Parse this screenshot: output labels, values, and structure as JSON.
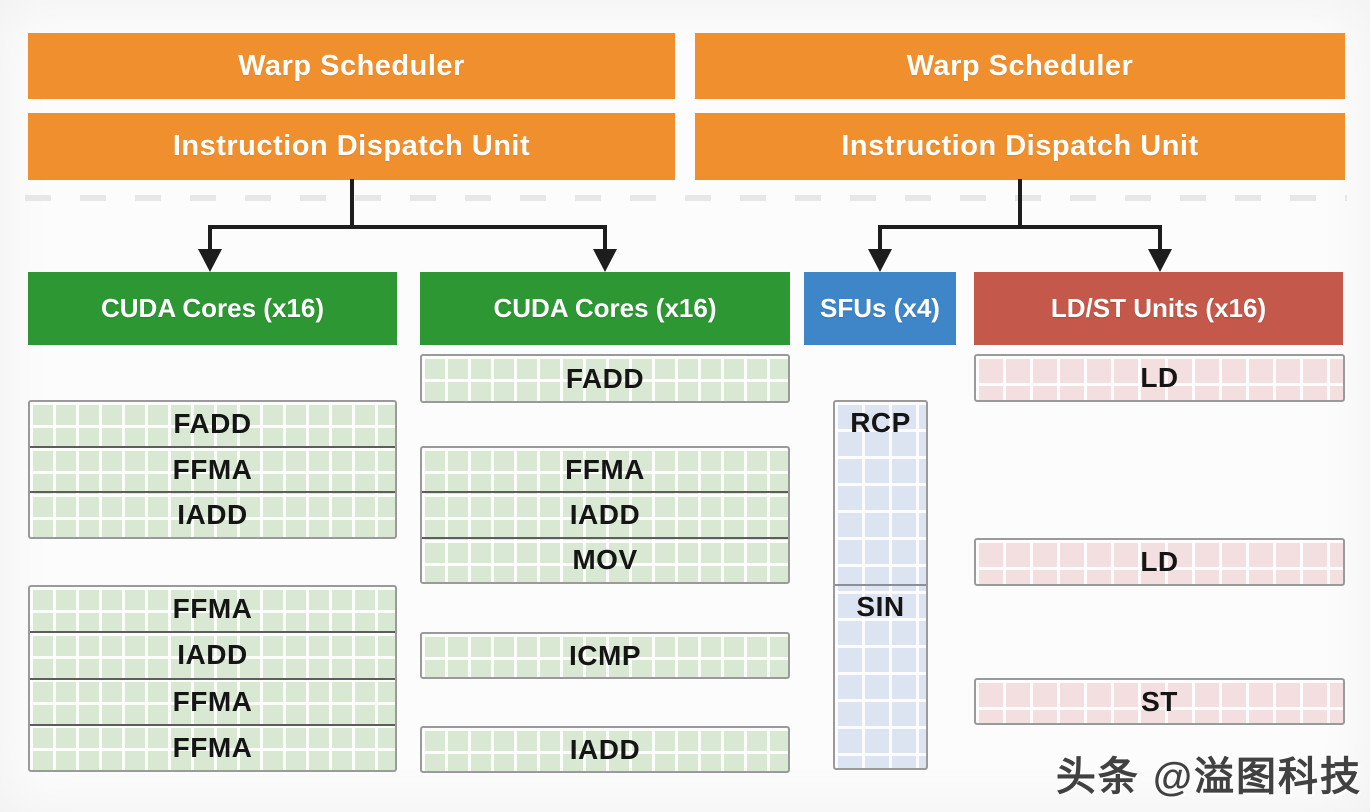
{
  "schedulers": [
    {
      "scheduler_label": "Warp Scheduler",
      "dispatch_label": "Instruction Dispatch Unit"
    },
    {
      "scheduler_label": "Warp Scheduler",
      "dispatch_label": "Instruction Dispatch Unit"
    }
  ],
  "columns": [
    {
      "header": "CUDA Cores (x16)",
      "theme": "green",
      "blocks": [
        {
          "rows": [
            "FADD",
            "FFMA",
            "IADD"
          ]
        },
        {
          "rows": [
            "FFMA",
            "IADD",
            "FFMA",
            "FFMA"
          ]
        }
      ]
    },
    {
      "header": "CUDA Cores (x16)",
      "theme": "green",
      "blocks": [
        {
          "rows": [
            "FADD"
          ]
        },
        {
          "rows": [
            "FFMA",
            "IADD",
            "MOV"
          ]
        },
        {
          "rows": [
            "ICMP"
          ]
        },
        {
          "rows": [
            "IADD"
          ]
        }
      ]
    },
    {
      "header": "SFUs (x4)",
      "theme": "blue",
      "blocks": [
        {
          "rows": [
            "RCP",
            "SIN"
          ]
        }
      ]
    },
    {
      "header": "LD/ST Units (x16)",
      "theme": "red",
      "blocks": [
        {
          "rows": [
            "LD"
          ]
        },
        {
          "rows": [
            "LD"
          ]
        },
        {
          "rows": [
            "ST"
          ]
        }
      ]
    }
  ],
  "watermark": "头条 @溢图科技",
  "colors": {
    "scheduler_orange": "#EF8F2E",
    "cuda_green": "#2D9733",
    "sfu_blue": "#3F86C8",
    "ldst_red": "#C4584A",
    "cuda_cell_fill": "#D9E8D2",
    "sfu_cell_fill": "#DCE3F1",
    "ldst_cell_fill": "#F3DEE0",
    "connector_black": "#1D1D1D"
  }
}
